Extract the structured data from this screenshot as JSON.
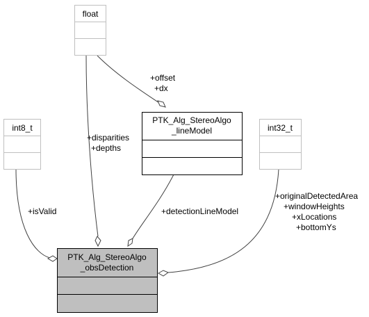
{
  "classes": {
    "float": {
      "name": "float"
    },
    "int8": {
      "name": "int8_t"
    },
    "int32": {
      "name": "int32_t"
    },
    "line_model": {
      "name_line1": "PTK_Alg_StereoAlgo",
      "name_line2": "_lineModel"
    },
    "obs_detection": {
      "name_line1": "PTK_Alg_StereoAlgo",
      "name_line2": "_obsDetection"
    }
  },
  "edges": {
    "float_to_line_model": [
      "+offset",
      "+dx"
    ],
    "float_to_obs_detection": [
      "+disparities",
      "+depths"
    ],
    "int8_to_obs_detection": [
      "+isValid"
    ],
    "line_model_to_obs_detection": [
      "+detectionLineModel"
    ],
    "int32_to_obs_detection": [
      "+originalDetectedArea",
      "+windowHeights",
      "+xLocations",
      "+bottomYs"
    ]
  },
  "colors": {
    "primitive_border": "#bfbfbf",
    "class_border": "#000000",
    "focus_fill": "#bfbfbf",
    "edge": "#404040"
  }
}
